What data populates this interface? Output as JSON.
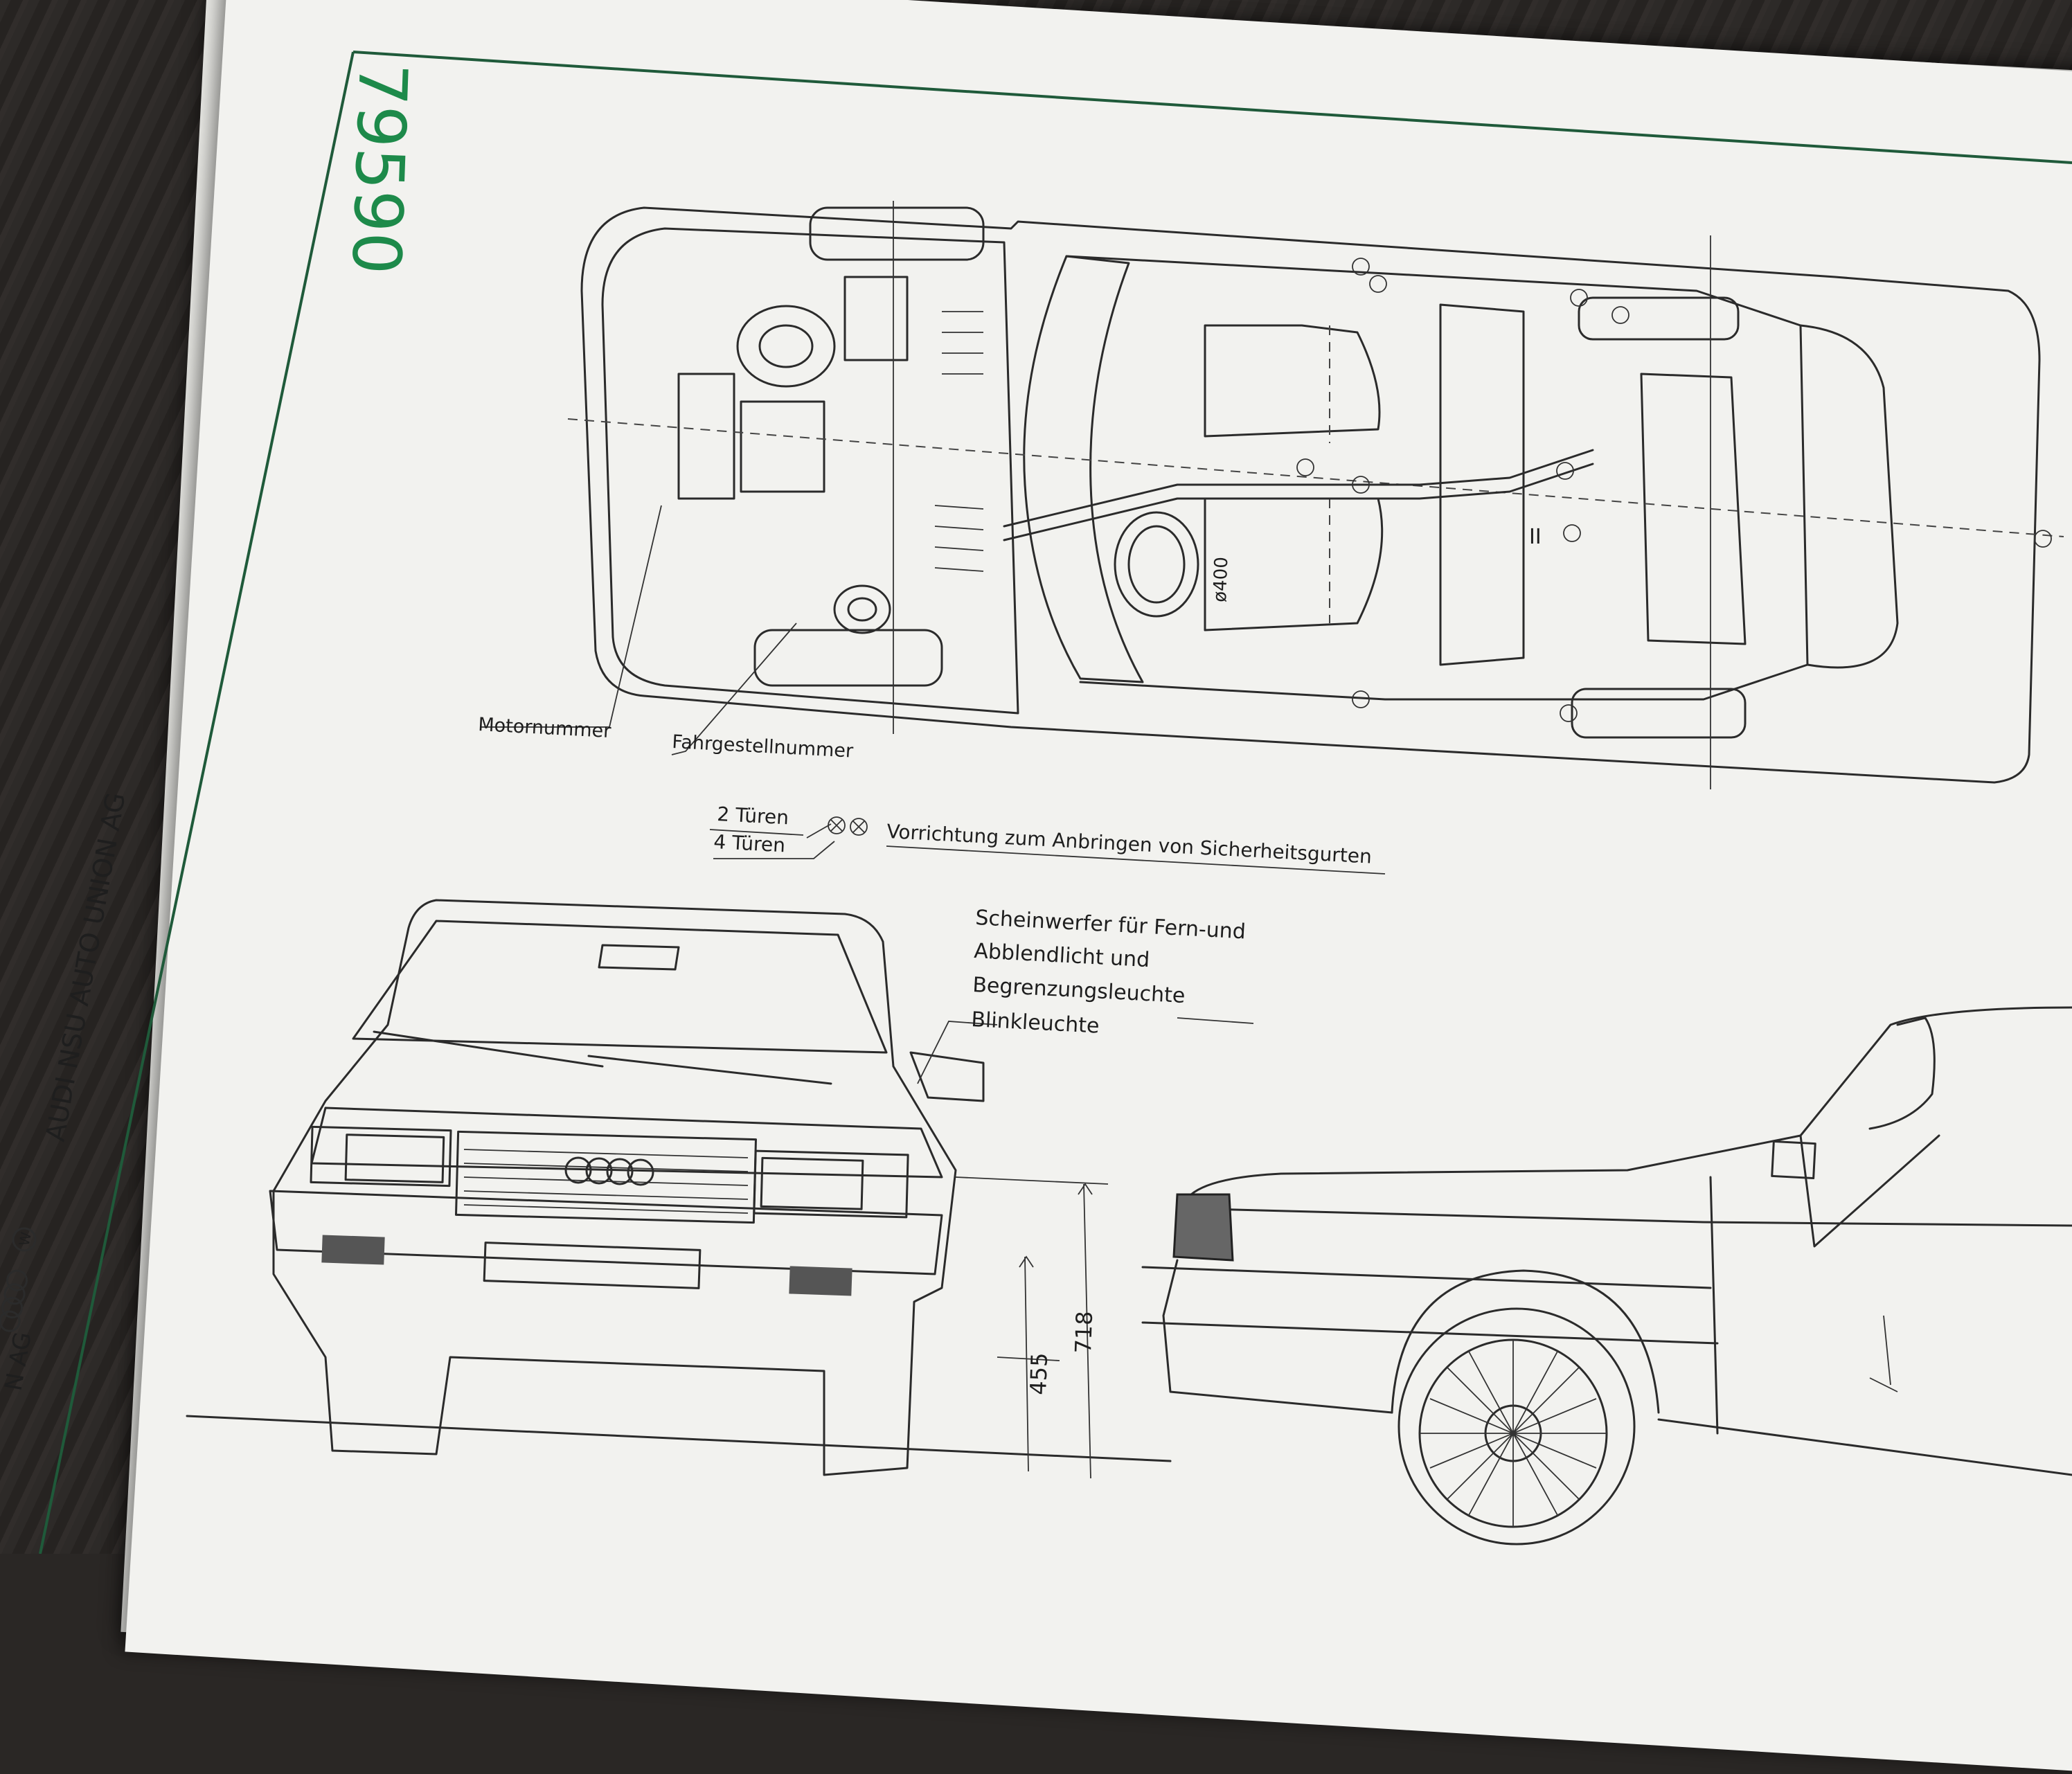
{
  "document": {
    "stamp_number": "79590",
    "vertical_publisher_text": "AUDI NSU AUTO UNION AG",
    "vertical_publisher_partial": "N AG"
  },
  "top_view": {
    "labels": {
      "engine_number": "Motornummer",
      "chassis_number": "Fahrgestellnummer",
      "spare_wheel": "ø400",
      "roman_mark": "II"
    },
    "seatbelt_note": {
      "doors_two": "2 Türen",
      "doors_four": "4 Türen",
      "description": "Vorrichtung zum Anbringen von Sicherheitsgurten"
    }
  },
  "front_view": {
    "callouts": {
      "headlight_line1": "Scheinwerfer für Fern-und",
      "headlight_line2": "Abblendlicht und",
      "headlight_line3": "Begrenzungsleuchte",
      "indicator": "Blinkleuchte"
    },
    "dimensions": {
      "height_low": "455",
      "height_high": "718"
    }
  },
  "colors": {
    "paper": "#f2f2ef",
    "ink": "#2b2b2b",
    "border_green": "#1f5a3a",
    "stamp_green": "#1d8a4a"
  }
}
